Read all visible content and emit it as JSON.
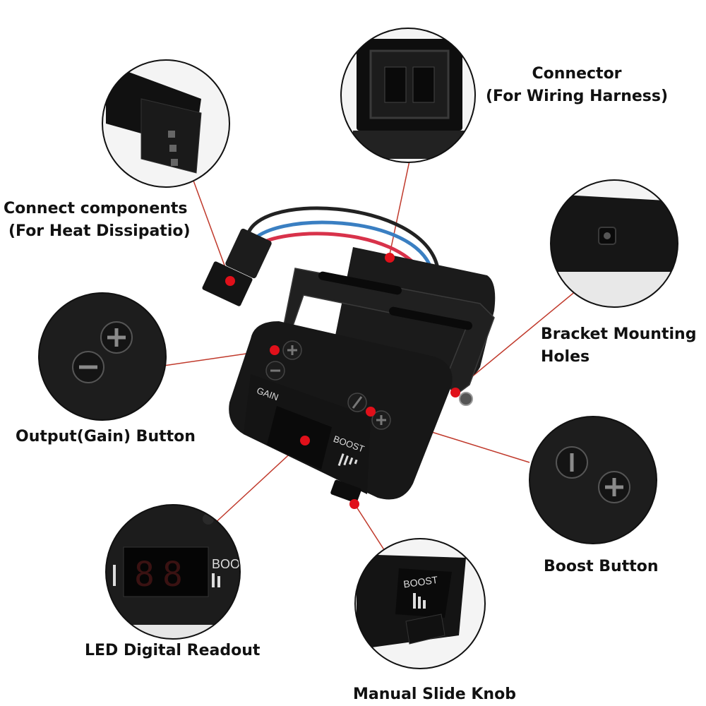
{
  "labels": {
    "connector_line1": "Connector",
    "connector_line2": "(For Wiring Harness)",
    "heat_line1": "Connect components",
    "heat_line2": "(For Heat Dissipatio)",
    "bracket_line1": "Bracket Mounting",
    "bracket_line2": "Holes",
    "gain_button": "Output(Gain) Button",
    "boost_button": "Boost Button",
    "led_readout": "LED Digital Readout",
    "slide_knob": "Manual Slide Knob"
  },
  "device_print": {
    "gain": "GAIN",
    "boost": "BOOST",
    "boost_inset": "BOOST",
    "led_inset_partial": "BOO"
  },
  "colors": {
    "marker": "#e0101a",
    "leader": "#c0392b",
    "device": "#1a1a1a",
    "wire_red": "#d8324a",
    "wire_blue": "#3a7fc2",
    "wire_black": "#222222"
  }
}
